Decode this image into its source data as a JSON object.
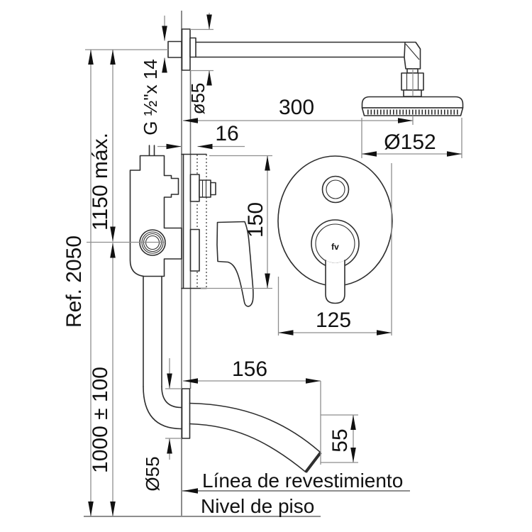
{
  "labels": {
    "ref": "Ref. 2050",
    "height_max": "1150 máx.",
    "height_valve": "1000 ± 100",
    "thread": "G ½\"x 14",
    "arm_flange_diameter": "ø55",
    "arm_projection": "300",
    "head_diameter": "Ø152",
    "wall_offset": "16",
    "plate_height": "150",
    "plate_width": "125",
    "spout_projection": "156",
    "spout_drop": "55",
    "spout_flange_diameter": "Ø55",
    "finish_line": "Línea de revestimiento",
    "floor_line": "Nivel de piso",
    "logo": "fv"
  },
  "dimensions_mm": {
    "reference_height": "2050",
    "max_height_to_arm": "1150",
    "valve_height_from_floor": "1000 ± 100",
    "arm_projection": "300",
    "head_diameter": "152",
    "arm_flange_diameter": "55",
    "wall_offset": "16",
    "plate_height": "150",
    "plate_width": "125",
    "spout_projection": "156",
    "spout_drop": "55",
    "spout_flange_diameter": "55",
    "thread_spec": "G ½\" x 14"
  },
  "colors": {
    "outline": "#2e2e2e",
    "dimension_lines": "#8e8e8e",
    "arrows_text": "#111111",
    "background": "#ffffff"
  }
}
